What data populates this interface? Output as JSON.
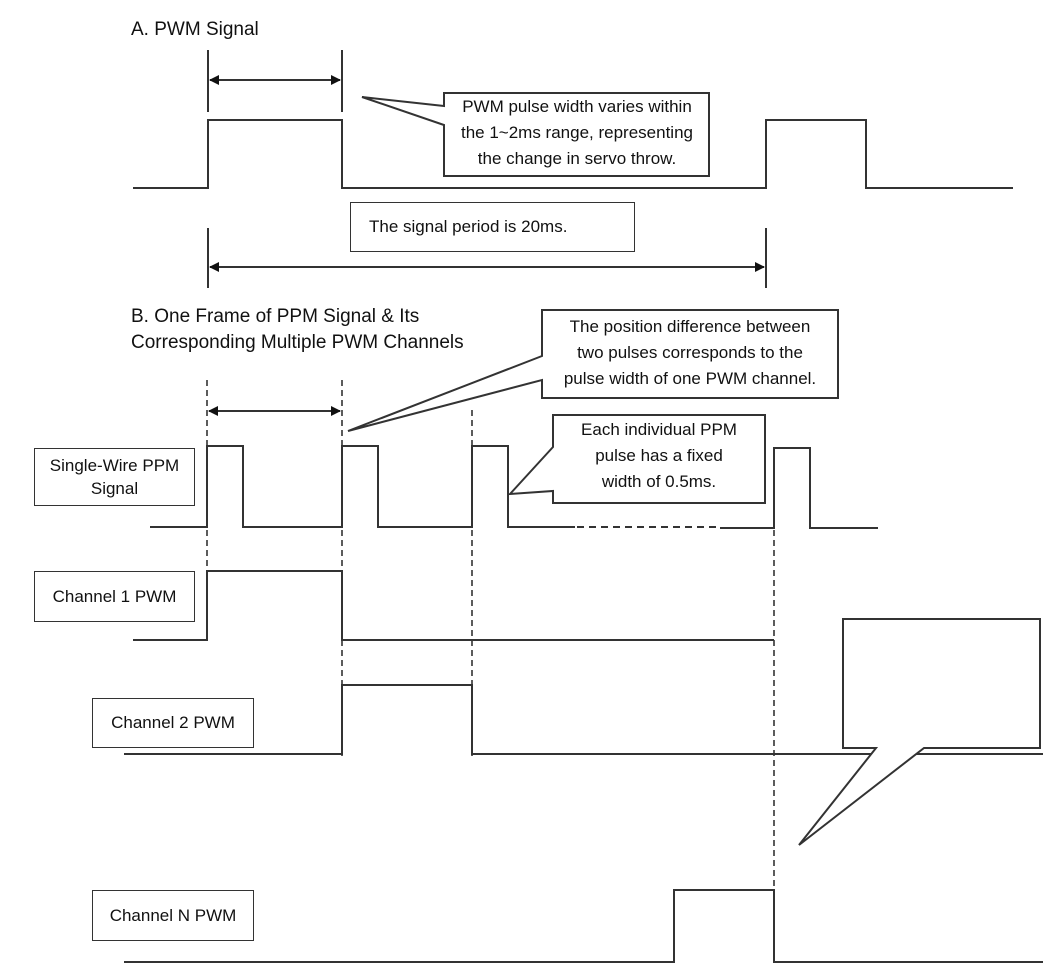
{
  "section_a": {
    "title": "A. PWM Signal",
    "callout_pulse_width": "PWM pulse width varies within the 1~2ms range, representing the change in servo throw.",
    "callout_pulse_width_lines": [
      "PWM pulse width varies within",
      "the 1~2ms range, representing",
      "the change in servo throw."
    ],
    "period_label": "The signal period is 20ms."
  },
  "section_b": {
    "title_lines": [
      "B. One Frame of PPM Signal & Its",
      "Corresponding Multiple PWM Channels"
    ],
    "callout_position_lines": [
      "The position difference between",
      "two pulses corresponds to the",
      "pulse width of one PWM channel."
    ],
    "callout_ppm_pulse_lines": [
      "Each individual PPM",
      "pulse has a fixed",
      "width of 0.5ms."
    ],
    "callout_empty": "",
    "signals": [
      {
        "label_lines": [
          "Single-Wire PPM",
          "Signal"
        ]
      },
      {
        "label": "Channel 1 PWM"
      },
      {
        "label": "Channel 2 PWM"
      },
      {
        "label": "Channel N PWM"
      }
    ]
  },
  "facts": {
    "pwm_pulse_range_ms": "1~2",
    "pwm_period_ms": 20,
    "ppm_pulse_width_ms": 0.5
  }
}
